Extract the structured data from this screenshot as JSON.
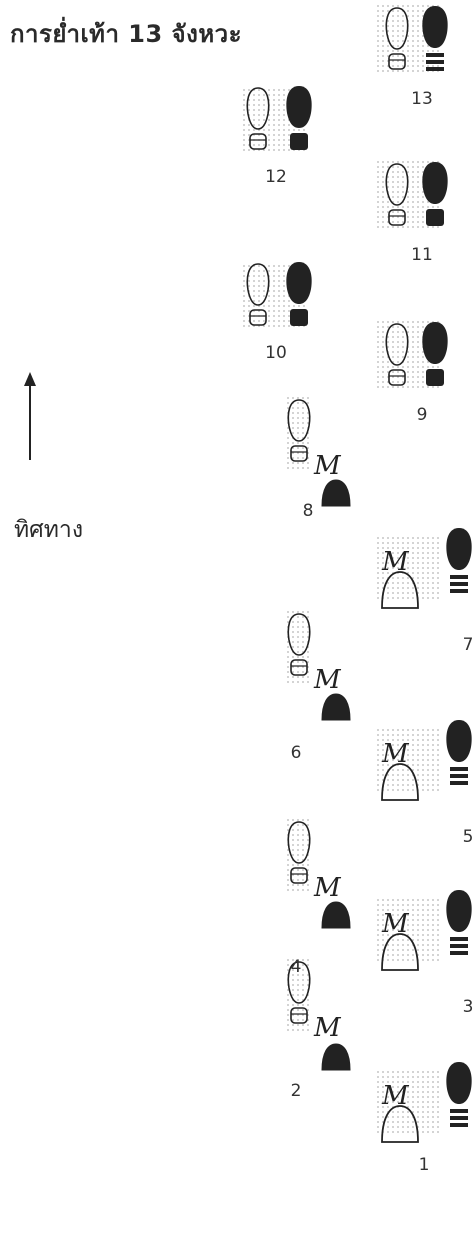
{
  "title": "การย่ำเท้า  13 จังหวะ",
  "direction_label": "ทิศทาง",
  "marker_letter": "M",
  "steps": [
    {
      "n": "1",
      "type": "marker"
    },
    {
      "n": "2",
      "type": "marker"
    },
    {
      "n": "3",
      "type": "marker"
    },
    {
      "n": "4",
      "type": "marker"
    },
    {
      "n": "5",
      "type": "marker"
    },
    {
      "n": "6",
      "type": "marker"
    },
    {
      "n": "7",
      "type": "marker"
    },
    {
      "n": "8",
      "type": "marker"
    },
    {
      "n": "9",
      "type": "pair"
    },
    {
      "n": "10",
      "type": "pair"
    },
    {
      "n": "11",
      "type": "pair"
    },
    {
      "n": "12",
      "type": "pair"
    },
    {
      "n": "13",
      "type": "pair"
    }
  ],
  "colors": {
    "ink": "#222222",
    "dot": "#b5b5b5"
  }
}
